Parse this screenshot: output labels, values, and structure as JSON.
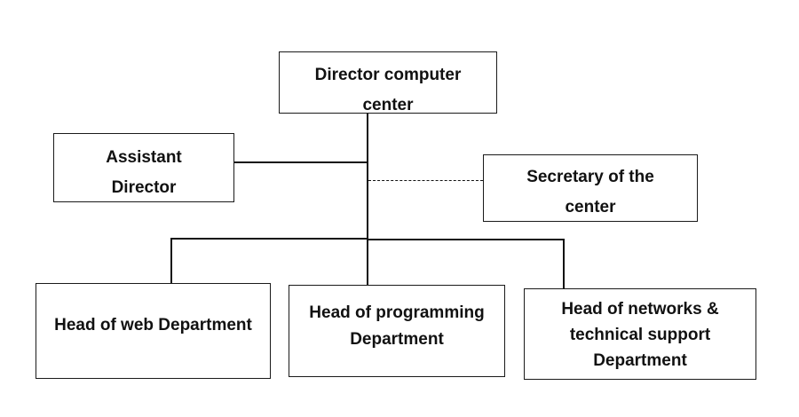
{
  "org_chart": {
    "director": "Director computer\ncenter",
    "assistant": "Assistant\nDirector",
    "secretary": "Secretary of the\ncenter",
    "departments": {
      "web": "Head of web Department",
      "programming": "Head of programming\nDepartment",
      "networks": "Head of networks &\ntechnical support\nDepartment"
    }
  },
  "colors": {
    "line": "#111111",
    "box_border": "#1a1a1a",
    "background": "#ffffff"
  }
}
